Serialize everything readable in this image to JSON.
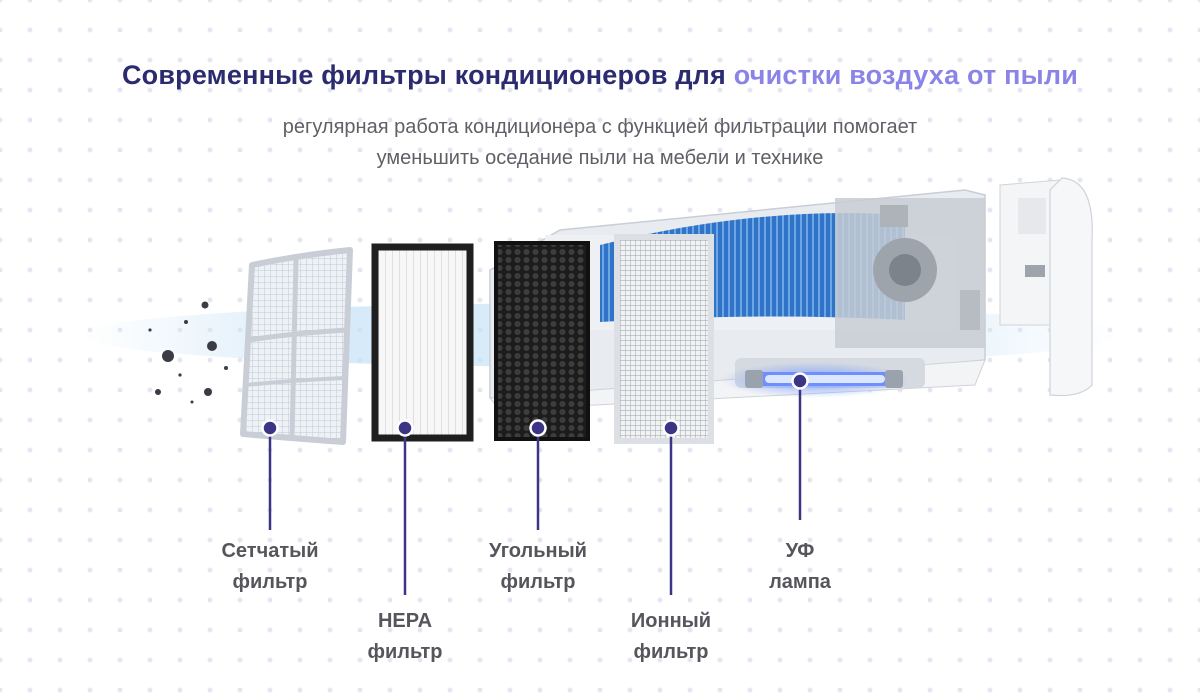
{
  "header": {
    "title_main": "Современные фильтры кондиционеров для ",
    "title_accent": "очистки воздуха от пыли",
    "subtitle_line1": "регулярная работа кондиционера с функцией фильтрации помогает",
    "subtitle_line2": "уменьшить оседание пыли на мебели и технике"
  },
  "filters": [
    {
      "line1": "Сетчатый",
      "line2": "фильтр"
    },
    {
      "line1": "HEPA",
      "line2": "фильтр"
    },
    {
      "line1": "Угольный",
      "line2": "фильтр"
    },
    {
      "line1": "Ионный",
      "line2": "фильтр"
    },
    {
      "line1": "УФ",
      "line2": "лампа"
    }
  ],
  "colors": {
    "title": "#2b2b70",
    "accent": "#8b84e8",
    "marker": "#3c3585",
    "label": "#55555c",
    "uv_light": "#4a7dff"
  }
}
